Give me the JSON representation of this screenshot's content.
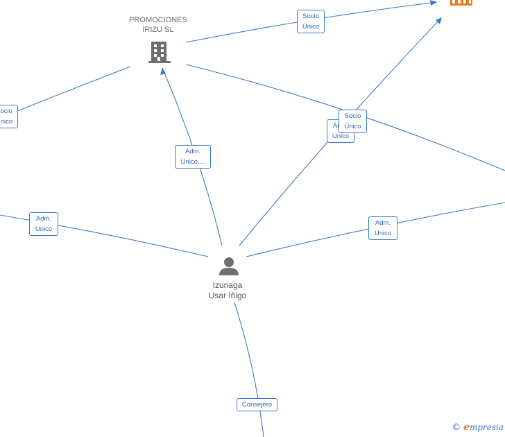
{
  "nodes": {
    "promociones": {
      "name_line1": "PROMOCIONES",
      "name_line2": "IRIZU  SL",
      "icon": "building-icon"
    },
    "person": {
      "name_line1": "Izuriaga",
      "name_line2": "Usar Iñigo",
      "icon": "person-icon"
    },
    "topright_company": {
      "icon": "building-icon",
      "color": "#f07a1a"
    }
  },
  "edge_labels": {
    "socio_unico_top": [
      "Socio",
      "Único"
    ],
    "socio_unico_left": [
      "Socio",
      "Único"
    ],
    "adm_unico_promociones": [
      "Adm.",
      "Unico,..."
    ],
    "adm_unico_center": [
      "Adm.",
      "Unico"
    ],
    "socio_unico_center": [
      "Socio",
      "Único"
    ],
    "adm_unico_left": [
      "Adm.",
      "Unico"
    ],
    "adm_unico_right": [
      "Adm.",
      "Unico"
    ],
    "consejero": [
      "Consejero"
    ]
  },
  "brand": {
    "copyright": "©",
    "initial": "e",
    "rest": "mpresia"
  },
  "colors": {
    "edge": "#3a78c9",
    "node_gray": "#6e6e6e",
    "highlight": "#f07a1a"
  }
}
